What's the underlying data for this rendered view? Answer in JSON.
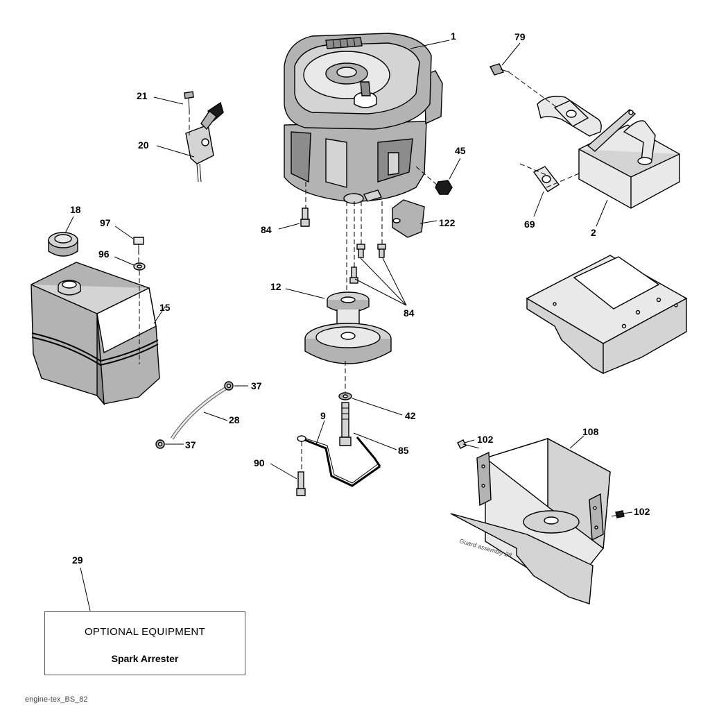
{
  "callouts": [
    {
      "id": "1",
      "text": "1"
    },
    {
      "id": "79",
      "text": "79"
    },
    {
      "id": "21",
      "text": "21"
    },
    {
      "id": "20",
      "text": "20"
    },
    {
      "id": "45",
      "text": "45"
    },
    {
      "id": "18",
      "text": "18"
    },
    {
      "id": "97",
      "text": "97"
    },
    {
      "id": "96",
      "text": "96"
    },
    {
      "id": "15",
      "text": "15"
    },
    {
      "id": "84a",
      "text": "84"
    },
    {
      "id": "122",
      "text": "122"
    },
    {
      "id": "69",
      "text": "69"
    },
    {
      "id": "2",
      "text": "2"
    },
    {
      "id": "12",
      "text": "12"
    },
    {
      "id": "84b",
      "text": "84"
    },
    {
      "id": "37a",
      "text": "37"
    },
    {
      "id": "28",
      "text": "28"
    },
    {
      "id": "37b",
      "text": "37"
    },
    {
      "id": "42",
      "text": "42"
    },
    {
      "id": "9",
      "text": "9"
    },
    {
      "id": "85",
      "text": "85"
    },
    {
      "id": "90",
      "text": "90"
    },
    {
      "id": "102a",
      "text": "102"
    },
    {
      "id": "108",
      "text": "108"
    },
    {
      "id": "102b",
      "text": "102"
    },
    {
      "id": "29",
      "text": "29"
    }
  ],
  "guard_label": "Guard assembly 28",
  "optional_box": {
    "title": "OPTIONAL EQUIPMENT",
    "subtitle": "Spark Arrester"
  },
  "footer_code": "engine-tex_BS_82"
}
